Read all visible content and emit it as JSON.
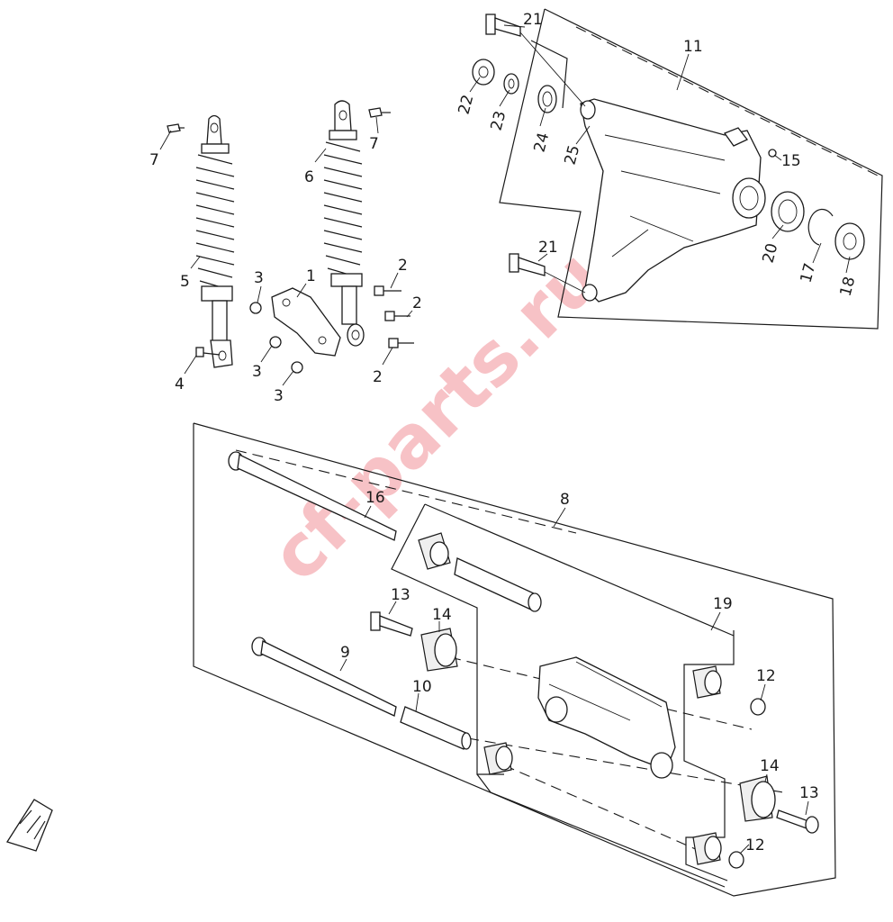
{
  "watermark": {
    "text": "cf-parts.ru",
    "color": "#f4a7ae"
  },
  "callouts": {
    "c1": "1",
    "c2a": "2",
    "c2b": "2",
    "c2c": "2",
    "c3a": "3",
    "c3b": "3",
    "c3c": "3",
    "c4": "4",
    "c5": "5",
    "c6": "6",
    "c7a": "7",
    "c7b": "7",
    "c8": "8",
    "c9": "9",
    "c10": "10",
    "c11": "11",
    "c12a": "12",
    "c12b": "12",
    "c13a": "13",
    "c13b": "13",
    "c14a": "14",
    "c14b": "14",
    "c15": "15",
    "c16": "16",
    "c17": "17",
    "c18": "18",
    "c19": "19",
    "c20": "20",
    "c21a": "21",
    "c21b": "21",
    "c22": "22",
    "c23": "23",
    "c24": "24",
    "c25": "25"
  },
  "icons": {
    "corner": "front-direction-icon"
  }
}
